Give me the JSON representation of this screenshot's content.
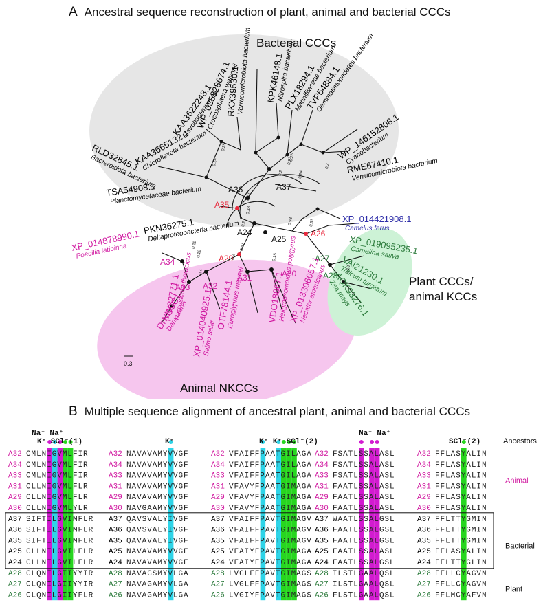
{
  "panel_a": {
    "letter": "A",
    "title": "Ancestral sequence reconstruction of plant, animal and bacterial CCCs",
    "group_labels": {
      "bacterial": "Bacterial CCCs",
      "animal": "Animal NKCCs",
      "plant": "Plant CCCs/\nanimal KCCs"
    },
    "scale_bar": "0.3",
    "leaves": [
      {
        "acc": "WP_035828674.1",
        "org": "Crocosphaera watsonii",
        "group": "bacterial"
      },
      {
        "acc": "KAA3622248.1",
        "org": "Flavobacterium sp.",
        "group": "bacterial"
      },
      {
        "acc": "KAA3665132.1",
        "org": "Chloroflexota bacterium",
        "group": "bacterial"
      },
      {
        "acc": "RLD32845.1",
        "org": "Bacteroidota bacterium",
        "group": "bacterial"
      },
      {
        "acc": "TSA54908.1",
        "org": "Planctomycetaceae bacterium",
        "group": "bacterial"
      },
      {
        "acc": "PKN36275.1",
        "org": "Deltaproteobacteria bacterium",
        "group": "bacterial"
      },
      {
        "acc": "RKX39530.1",
        "org": "Verrucomicrobiota bacterium",
        "group": "bacterial"
      },
      {
        "acc": "KPK46148.1",
        "org": "Nitrospira bacterium",
        "group": "bacterial"
      },
      {
        "acc": "PLX18294.1",
        "org": "Marinifilaceae bacterium",
        "group": "bacterial"
      },
      {
        "acc": "TVP54884.1",
        "org": "Gemmatimonadetes bacterium",
        "group": "bacterial"
      },
      {
        "acc": "WP_146152808.1",
        "org": "Cyanobacterium",
        "group": "bacterial"
      },
      {
        "acc": "RME67410.1",
        "org": "Verrucomicrobiota bacterium",
        "group": "bacterial"
      },
      {
        "acc": "XP_014421908.1",
        "org": "Camelus ferus",
        "group": "camelus"
      },
      {
        "acc": "XP_019095235.1",
        "org": "Camelina sativa",
        "group": "plant"
      },
      {
        "acc": "VAI21230.1",
        "org": "Triticum turgidum",
        "group": "plant"
      },
      {
        "acc": "AQK93276.1",
        "org": "Zea mays",
        "group": "plant"
      },
      {
        "acc": "XP_014878990.1",
        "org": "Poecilia latipinna",
        "group": "animal"
      },
      {
        "acc": "DrNKCC1",
        "org": "Danio rerio",
        "group": "animal"
      },
      {
        "acc": "POI32771.1",
        "org": "Bamusicola thoracicus",
        "group": "animal"
      },
      {
        "acc": "XP_014040925.1",
        "org": "Salmo salar",
        "group": "animal"
      },
      {
        "acc": "OTF78144.1",
        "org": "Euroglyphus maynei",
        "group": "animal"
      },
      {
        "acc": "VDO18867.1",
        "org": "Heligmosomoides polygyrus",
        "group": "animal"
      },
      {
        "acc": "XP_013306057.1",
        "org": "Necator americanus",
        "group": "animal"
      }
    ],
    "nodes": [
      "A24",
      "A25",
      "A26",
      "A27",
      "A28",
      "A29",
      "A30",
      "A31",
      "A32",
      "A33",
      "A34",
      "A35",
      "A36",
      "A37"
    ],
    "support_values": [
      "0.25",
      "0.14",
      "0.17",
      "0.38",
      "0.2",
      "0.2",
      "0.22",
      "0.24",
      "0.26",
      "0.2",
      "0.93",
      "0.83",
      "0.87",
      "0.2",
      "0.4",
      "0.12",
      "0.11",
      "0.15",
      "0.13"
    ]
  },
  "panel_b": {
    "letter": "B",
    "title": "Multiple sequence alignment of ancestral plant, animal and bacterial CCCs",
    "header_right": "Ancestors",
    "blocks": [
      {
        "sym_top": [
          "Na⁺ Na⁺"
        ],
        "sym_bottom": "K⁺ SCl⁻(1)"
      },
      {
        "sym_bottom": "K⁺"
      },
      {
        "sym_bottom": "K⁺ K⁺ SCl⁻(2)"
      },
      {
        "sym_bottom": "Na⁺ Na⁺"
      },
      {
        "sym_bottom": "SCl⁻(2)"
      }
    ],
    "rows": [
      {
        "id": "A32",
        "group": "animal",
        "seqs": [
          "CMLNIGVMLFIR",
          "NAVAVAMYVVGF",
          "VFAIFFPAATGILAGA",
          "FSATLSSALASL",
          "FFLASYALIN"
        ]
      },
      {
        "id": "A34",
        "group": "animal",
        "seqs": [
          "CMLNIGVMLFIR",
          "NAVAVAMYVVGF",
          "VFAIFFPAATGILAGA",
          "FSATLSSALASL",
          "FFLASYALIN"
        ]
      },
      {
        "id": "A33",
        "group": "animal",
        "seqs": [
          "CMLNIGVMLFIR",
          "NAVAVAMYVVGF",
          "VFAIFFPAATGILAGA",
          "FSATLSSALASL",
          "FFLASYALIN"
        ]
      },
      {
        "id": "A31",
        "group": "animal",
        "seqs": [
          "CLLNIGVMLFLR",
          "NAVAVAMYVVGF",
          "VFAVYFPAATGIMAGA",
          "FAATLSSALASL",
          "FFLASYALIN"
        ]
      },
      {
        "id": "A29",
        "group": "animal",
        "seqs": [
          "CLLNIGVMLFLR",
          "NAVAVAMYVVGF",
          "VFAVYFPAATGIMAGA",
          "FAATLSSALASL",
          "FFLASYALIN"
        ]
      },
      {
        "id": "A30",
        "group": "animal",
        "seqs": [
          "CLLNIGVMLYLR",
          "NAVGAAMYVVGF",
          "VFAVYFPAATGIMAGA",
          "FAATLSSALASL",
          "FFLASYALIN"
        ]
      },
      {
        "id": "A37",
        "group": "bacterial",
        "seqs": [
          "SIFTILGVIMFLR",
          "QAVSVALYIVGF",
          "VFAIFFPAVTGIMAGV",
          "WAATLSSALGSL",
          "FFLTTYGMIN"
        ]
      },
      {
        "id": "A36",
        "group": "bacterial",
        "seqs": [
          "SIFTILGVIMFLR",
          "QAVSVALYIVGF",
          "VFAIFFPAVTGIMAGV",
          "FAATLSSALGSL",
          "FFLTTYGMIN"
        ]
      },
      {
        "id": "A35",
        "group": "bacterial",
        "seqs": [
          "SIFTILGVIMFLR",
          "QAVAVALYIVGF",
          "VFAIFFPAVTGIMAGV",
          "FAATLSSALGSL",
          "FFLTTYGMIN"
        ]
      },
      {
        "id": "A25",
        "group": "bacterial",
        "seqs": [
          "CLLNILGVILFLR",
          "NAVAVAMYVVGF",
          "VFAIYFPAVTGIMAGA",
          "FAATLSSALASL",
          "FFLASYALIN"
        ]
      },
      {
        "id": "A24",
        "group": "bacterial",
        "seqs": [
          "CLLNILGVILFLR",
          "NAVAVAMYVVGF",
          "VFAIYFPAVTGIMAGA",
          "FAATLSSALGSL",
          "FFLTTYGLIN"
        ]
      },
      {
        "id": "A28",
        "group": "plant",
        "seqs": [
          "CLQNILGIIYYIR",
          "NAVAGSMYVLGA",
          "LVGLFFPAVTGIMAGS",
          "ILSTLGAALQSL",
          "FFLLCYAGVN"
        ]
      },
      {
        "id": "A27",
        "group": "plant",
        "seqs": [
          "CLQNILGIIYYIR",
          "NAVAGAMYVLGA",
          "LVGLFFPAVTGIMAGS",
          "ILSTLGAALQSL",
          "FFLLCYAGVN"
        ]
      },
      {
        "id": "A26",
        "group": "plant",
        "seqs": [
          "CLQNILGIIYFLR",
          "NAVAGAMYVLGA",
          "LVGIYFPAVTGIMAGS",
          "FLSTLGAALQSL",
          "FFLMCYAFVN"
        ]
      }
    ],
    "group_labels": {
      "animal": "Animal",
      "bacterial": "Bacterial",
      "plant": "Plant"
    }
  },
  "colors": {
    "animal": "#d0169f",
    "bacterial": "#000000",
    "plant": "#2b7a3b",
    "camelus": "#2d2da8",
    "node_red": "#e8283c",
    "na": "#d21bd0",
    "k": "#2ed4e8",
    "cl": "#27d61f",
    "bg_bacterial": "#e6e6e6",
    "bg_animal": "#f6c6ee",
    "bg_plant": "#cdf2d6"
  }
}
